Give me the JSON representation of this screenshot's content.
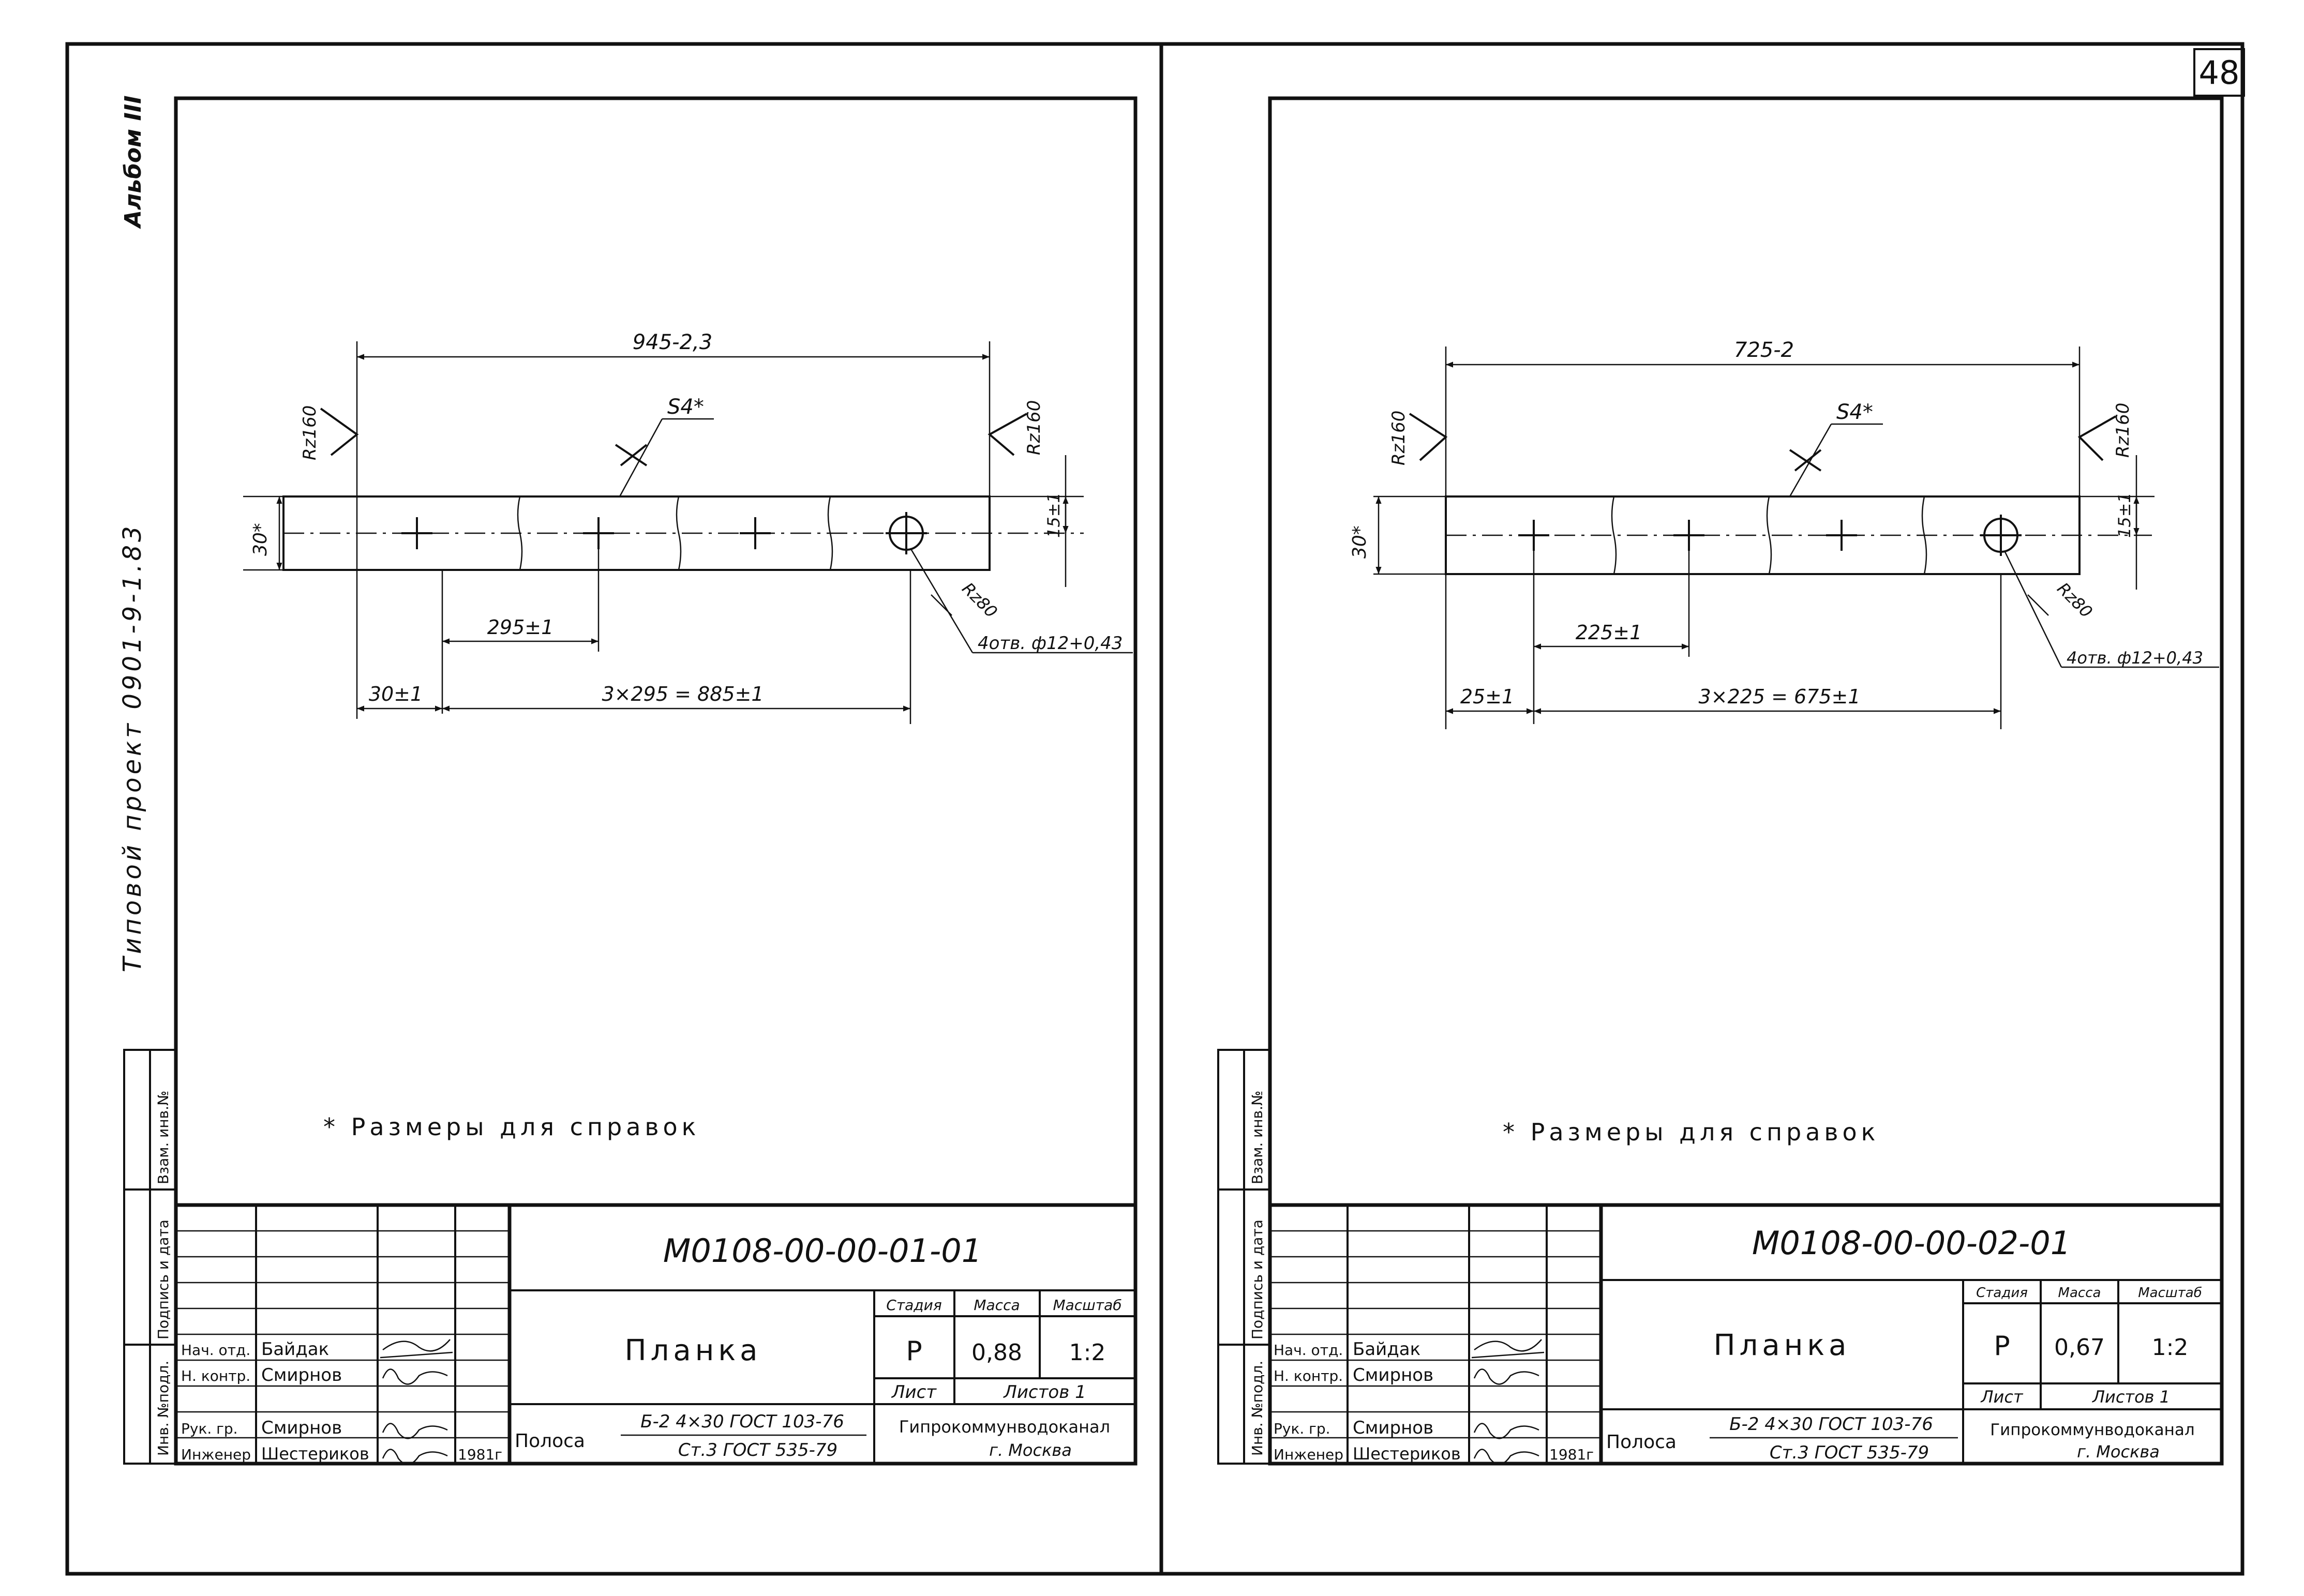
{
  "page_number": "48",
  "album_label": "Альбом III",
  "project_label": "Типовой проект 0901-9-1.83",
  "side_stamp": [
    "Инв. №подл.",
    "Подпись и дата",
    "Взам. инв.№"
  ],
  "sheets": [
    {
      "designation": "М0108-00-00-01-01",
      "part_name": "Планка",
      "stage_header": "Стадия",
      "mass_header": "Масса",
      "scale_header": "Масштаб",
      "stage": "Р",
      "mass": "0,88",
      "scale": "1:2",
      "sheet_label": "Лист",
      "sheets_label": "Листов 1",
      "material_prefix": "Полоса",
      "material_top": "Б-2 4×30 ГОСТ 103-76",
      "material_bottom": "Ст.3 ГОСТ 535-79",
      "org_name": "Гипрокоммунводоканал",
      "org_city": "г. Москва",
      "note": "* Размеры для справок",
      "roles": [
        {
          "role": "Нач. отд.",
          "name": "Байдак"
        },
        {
          "role": "Н. контр.",
          "name": "Смирнов"
        },
        {
          "role": "Рук. гр.",
          "name": "Смирнов"
        },
        {
          "role": "Инженер",
          "name": "Шестериков"
        }
      ],
      "year": "1981г",
      "dims": {
        "overall": "945-2,3",
        "roughness_left": "Rz160",
        "roughness_right": "Rz160",
        "thickness": "S4*",
        "width": "30*",
        "half_width": "15±1",
        "hole_roughness": "Rz80",
        "holes": "4отв. ф12+0,43",
        "pitch": "295±1",
        "edge": "30±1",
        "chain": "3×295 = 885±1"
      }
    },
    {
      "designation": "М0108-00-00-02-01",
      "part_name": "Планка",
      "stage_header": "Стадия",
      "mass_header": "Масса",
      "scale_header": "Масштаб",
      "stage": "Р",
      "mass": "0,67",
      "scale": "1:2",
      "sheet_label": "Лист",
      "sheets_label": "Листов 1",
      "material_prefix": "Полоса",
      "material_top": "Б-2 4×30 ГОСТ 103-76",
      "material_bottom": "Ст.3 ГОСТ 535-79",
      "org_name": "Гипрокоммунводоканал",
      "org_city": "г. Москва",
      "note": "* Размеры для справок",
      "roles": [
        {
          "role": "Нач. отд.",
          "name": "Байдак"
        },
        {
          "role": "Н. контр.",
          "name": "Смирнов"
        },
        {
          "role": "Рук. гр.",
          "name": "Смирнов"
        },
        {
          "role": "Инженер",
          "name": "Шестериков"
        }
      ],
      "year": "1981г",
      "dims": {
        "overall": "725-2",
        "roughness_left": "Rz160",
        "roughness_right": "Rz160",
        "thickness": "S4*",
        "width": "30*",
        "half_width": "15±1",
        "hole_roughness": "Rz80",
        "holes": "4отв. ф12+0,43",
        "pitch": "225±1",
        "edge": "25±1",
        "chain": "3×225 = 675±1"
      }
    }
  ]
}
